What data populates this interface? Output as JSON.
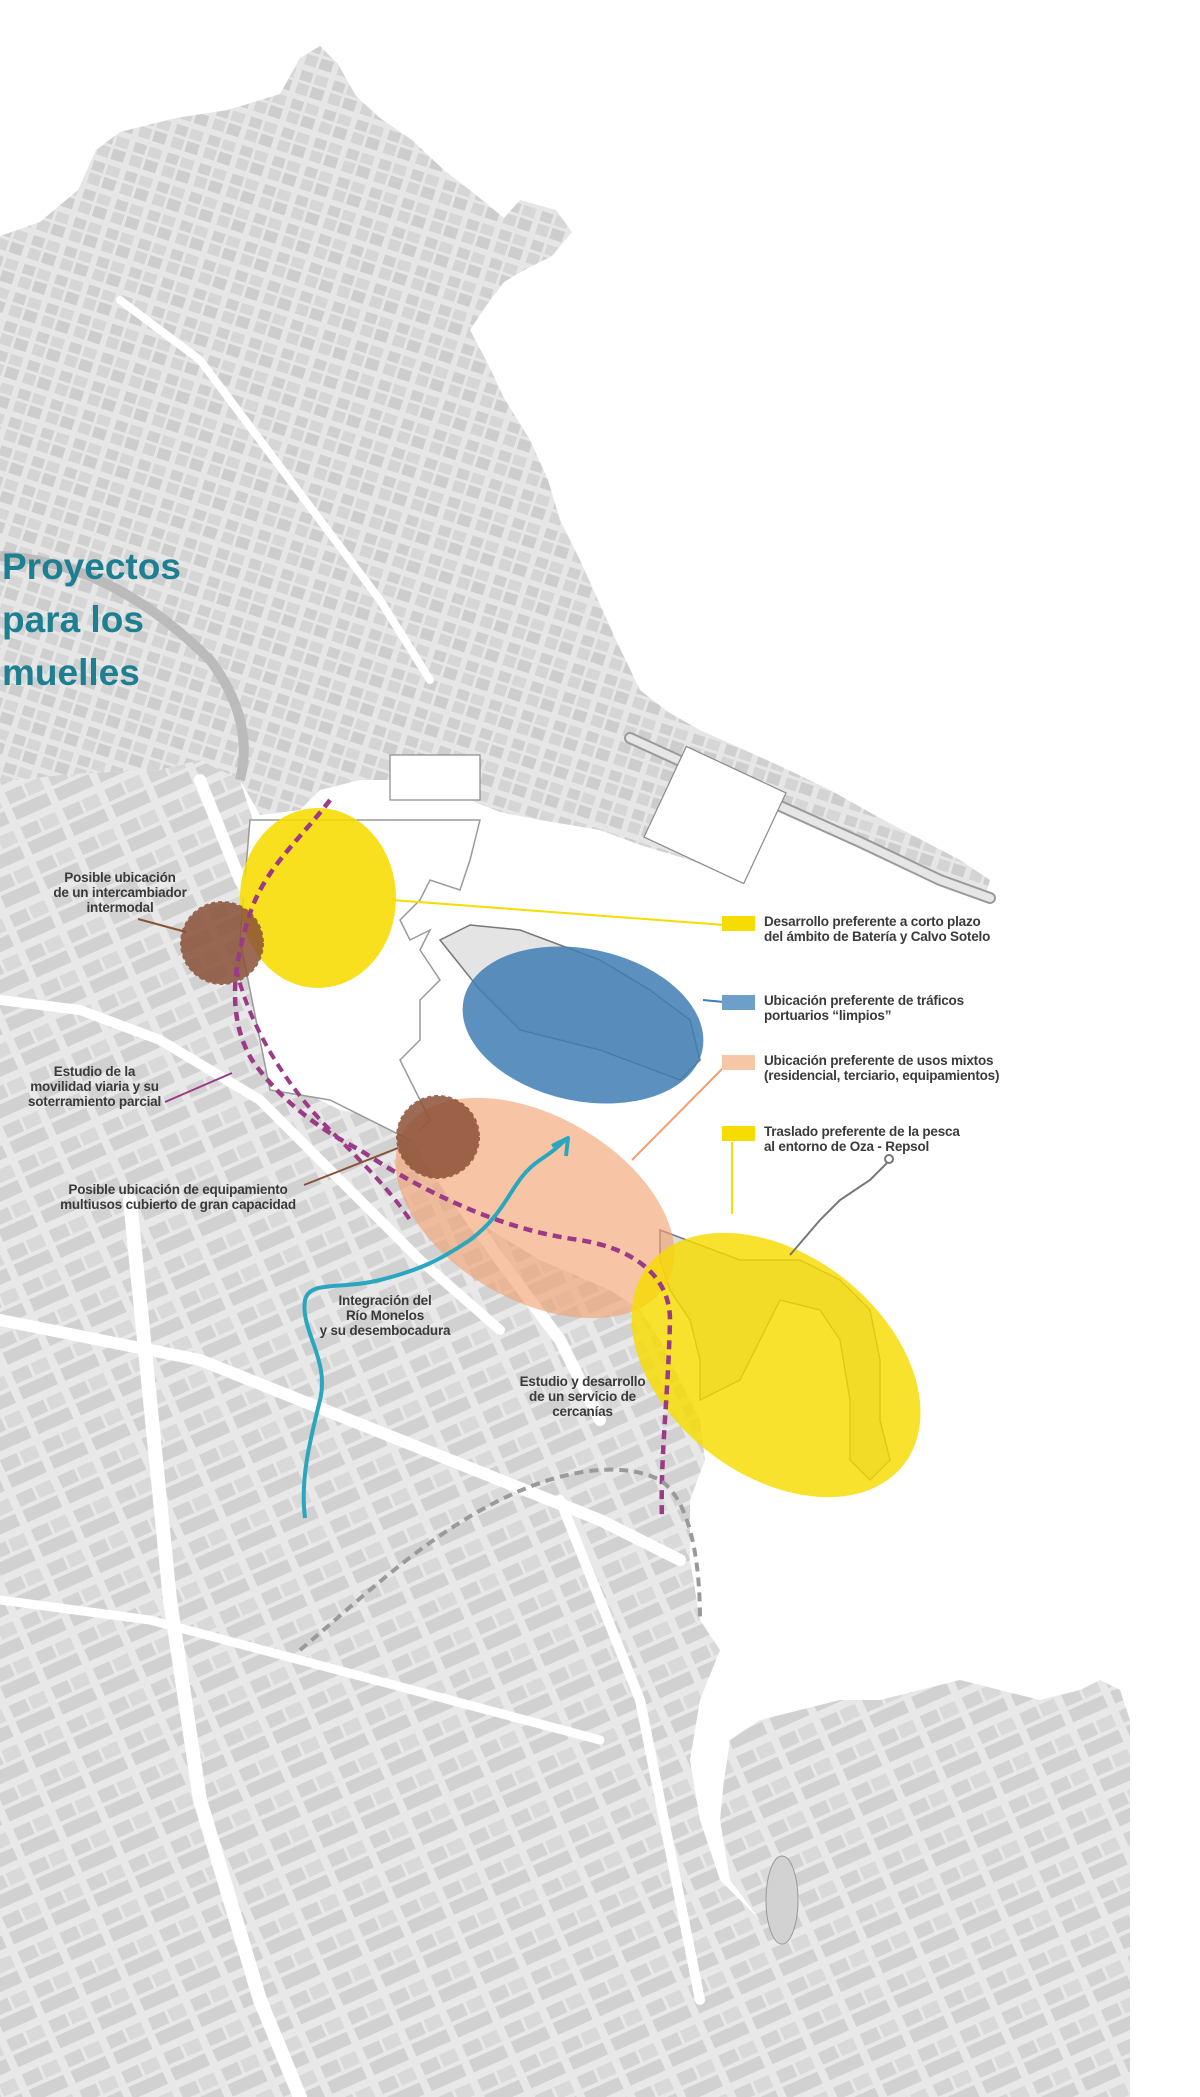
{
  "title": {
    "line1": "Proyectos",
    "line2": "para los",
    "line3": "muelles"
  },
  "colors": {
    "land": "#e3e3e3",
    "road": "#ffffff",
    "block": "#d2d2d2",
    "sea": "#ffffff",
    "title": "#1d7f92",
    "yellow": "#f7dc00",
    "blue": "#3f7eb4",
    "salmon": "#f2a070",
    "brown": "#8b5138",
    "purple_route": "#9b3a86",
    "river": "#2aa7bf",
    "grey_route": "#9a9a9a"
  },
  "legend": [
    {
      "swatch": "#f7dc00",
      "line1": "Desarrollo preferente a corto plazo",
      "line2": "del ámbito de Batería y Calvo Sotelo"
    },
    {
      "swatch": "#6e9fc9",
      "line1": "Ubicación preferente de tráficos",
      "line2": "portuarios “limpios”"
    },
    {
      "swatch": "#f6c7a6",
      "line1": "Ubicación preferente de usos mixtos",
      "line2": "(residencial, terciario, equipamientos)"
    },
    {
      "swatch": "#f7dc00",
      "line1": "Traslado preferente de la pesca",
      "line2": "al entorno de Oza - Repsol"
    }
  ],
  "labels": {
    "intercambiador": [
      "Posible ubicación",
      "de un intercambiador",
      "intermodal"
    ],
    "movilidad": [
      "Estudio de la",
      "movilidad viaria y su",
      "soterramiento parcial"
    ],
    "equipamiento": [
      "Posible ubicación de equipamiento",
      "multiusos cubierto de gran capacidad"
    ],
    "monelos": [
      "Integración del",
      "Río Monelos",
      "y su desembocadura"
    ],
    "cercanias": [
      "Estudio y desarrollo",
      "de un servicio de",
      "cercanías"
    ]
  }
}
